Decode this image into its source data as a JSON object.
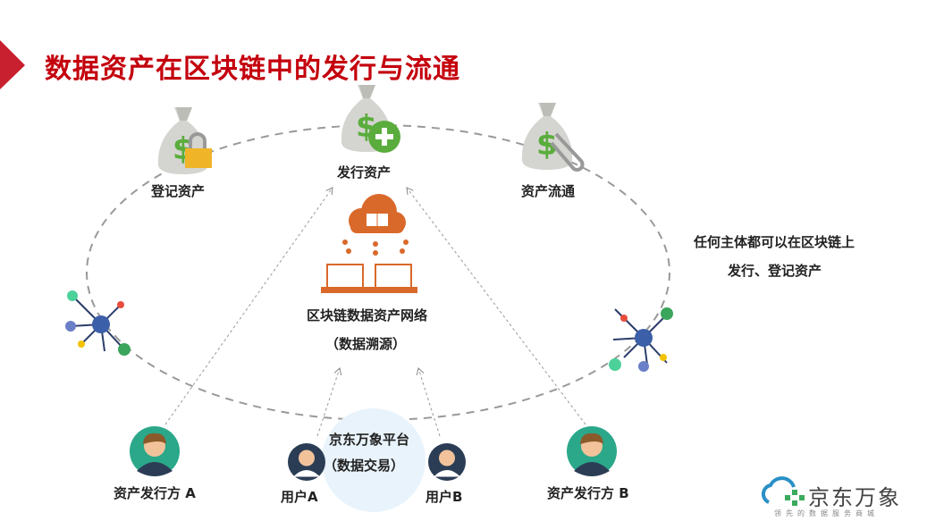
{
  "title": "数据资产在区块链中的发行与流通",
  "nodes": {
    "register": "登记资产",
    "issue": "发行资产",
    "circulate": "资产流通",
    "network_line1": "区块链数据资产网络",
    "network_line2": "（数据溯源）",
    "platform_line1": "京东万象平台",
    "platform_line2": "（数据交易）",
    "issuer_a": "资产发行方 A",
    "issuer_b": "资产发行方 B",
    "user_a": "用户A",
    "user_b": "用户B"
  },
  "note_line1": "任何主体都可以在区块链上",
  "note_line2": "发行、登记资产",
  "logo": {
    "name": "京东万象",
    "tagline": "领先的数据服务商城"
  },
  "colors": {
    "title": "#c4000d",
    "accent_green": "#5aad3c",
    "cloud": "#d9692b"
  }
}
